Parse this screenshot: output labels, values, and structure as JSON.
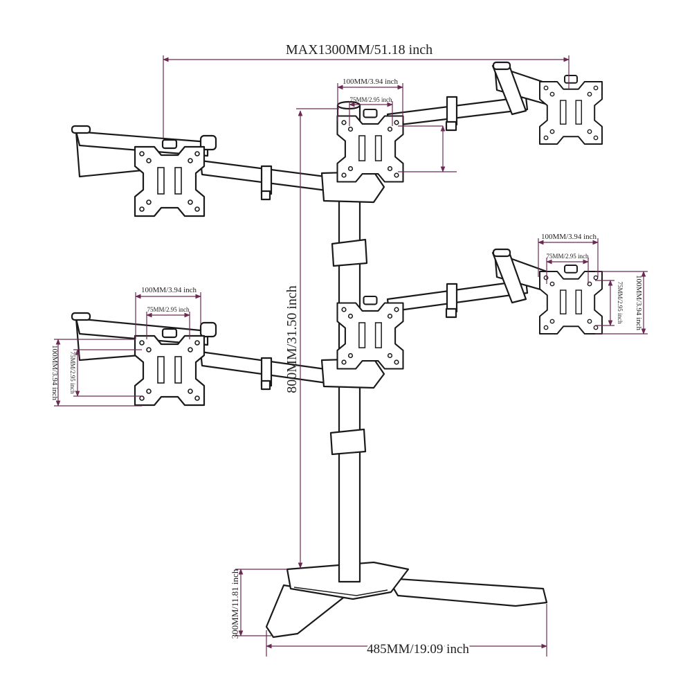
{
  "dimensions": {
    "max_width": "MAX1300MM/51.18 inch",
    "height": "800MM/31.50 inch",
    "base_width": "485MM/19.09 inch",
    "base_depth": "300MM/11.81 inch",
    "vesa_100": "100MM/3.94 inch",
    "vesa_75": "75MM/2.95 inch"
  },
  "colors": {
    "dimension_lines": "#6b2a52",
    "outline": "#1a1a1a",
    "fill": "#ffffff"
  }
}
